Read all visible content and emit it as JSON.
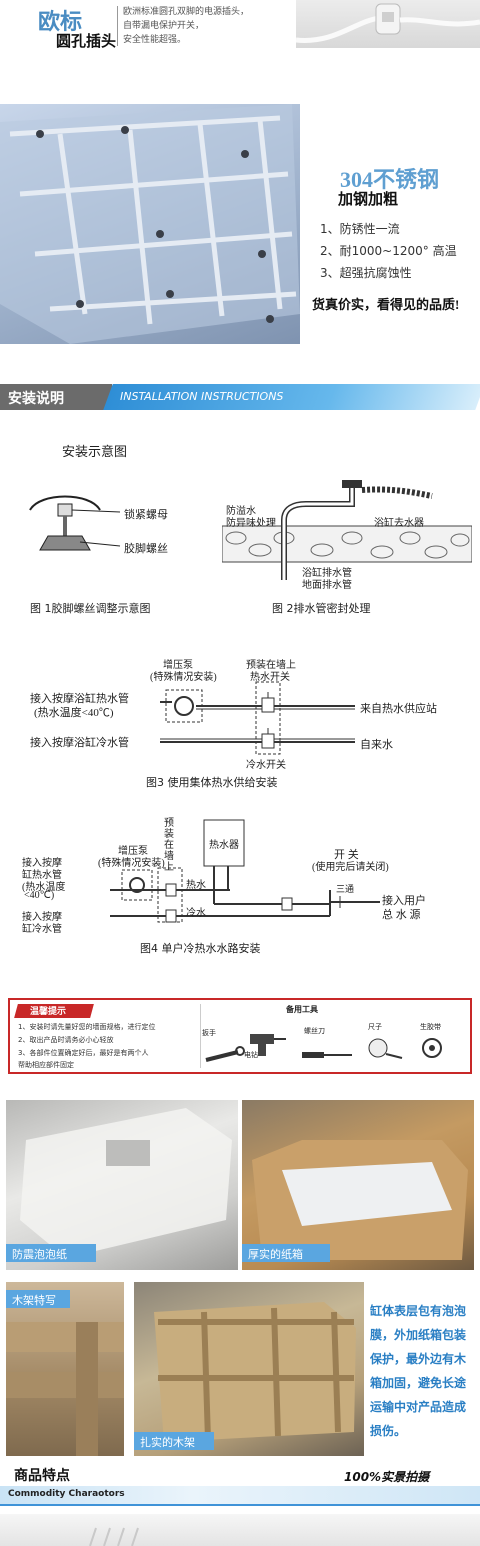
{
  "plug": {
    "title_main": "欧标",
    "title_sub": "圆孔插头",
    "desc": [
      "欧洲标准圆孔双脚的电源插头，",
      "自带漏电保护开关，",
      "安全性能超强。"
    ]
  },
  "steel": {
    "title_main": "304不锈钢",
    "title_sub": "加钢加粗",
    "features": [
      "1、防锈性一流",
      "2、耐1000~1200° 高温",
      "3、超强抗腐蚀性"
    ],
    "slogan": "货真价实，看得见的品质!"
  },
  "install": {
    "title_cn": "安装说明",
    "title_en": "INSTALLATION INSTRUCTIONS",
    "diagram_title": "安装示意图",
    "fig1": {
      "label1": "锁紧螺母",
      "label2": "胶脚螺丝",
      "caption": "图 1胶脚螺丝调整示意图"
    },
    "fig2": {
      "label_top1": "防溢水",
      "label_top2": "防异味处理",
      "label_right": "浴缸去水器",
      "label_b1": "浴缸排水管",
      "label_b2": "地面排水管",
      "caption": "图 2排水管密封处理"
    },
    "fig3": {
      "pump1": "增压泵",
      "pump2": "(特殊情况安装)",
      "valve1": "预装在墙上",
      "valve2": "热水开关",
      "hot_in1": "接入按摩浴缸热水管",
      "hot_in2": "(热水温度<40℃)",
      "cold_in": "接入按摩浴缸冷水管",
      "supply": "来自热水供应站",
      "tap": "自来水",
      "cold_switch": "冷水开关",
      "caption": "图3   使用集体热水供给安装"
    },
    "fig4": {
      "pump1": "增压泵",
      "pump2": "(特殊情况安装)",
      "wall": [
        "预",
        "装",
        "在",
        "墙",
        "上"
      ],
      "heater": "热水器",
      "switch1": "开  关",
      "switch2": "(使用完后请关闭)",
      "hot_in1": "接入按摩",
      "hot_in2": "缸热水管",
      "hot_in3": "(热水温度",
      "hot_in4": "<40℃)",
      "cold_in1": "接入按摩",
      "cold_in2": "缸冷水管",
      "hot": "热水",
      "cold": "冷水",
      "tee": "三通",
      "user1": "接入用户",
      "user2": "总 水 源",
      "caption": "图4   单户冷热水水路安装"
    }
  },
  "tips": {
    "title": "温馨提示",
    "items": [
      "1、安装时请先量好您的墙面规格，进行定位",
      "2、取出产品时请务必小心轻放",
      "3、各部件位置确定好后，最好是有两个人",
      "帮助相应部件固定"
    ],
    "tools_title": "备用工具",
    "tools": [
      "扳手",
      "电钻",
      "螺丝刀",
      "尺子",
      "生胶带"
    ]
  },
  "packing": {
    "bubble": "防震泡泡纸",
    "carton": "厚实的纸箱",
    "wood_tag": "木架特写",
    "crate": "扎实的木架",
    "desc": [
      "缸体表层包有泡泡",
      "膜，外加纸箱包装",
      "保护，最外边有木",
      "箱加固，避免长途",
      "运输中对产品造成",
      "损伤。"
    ]
  },
  "features": {
    "title_cn": "商品特点",
    "title_en": "Commodity Charaotors",
    "right": "100%实景拍摄"
  }
}
